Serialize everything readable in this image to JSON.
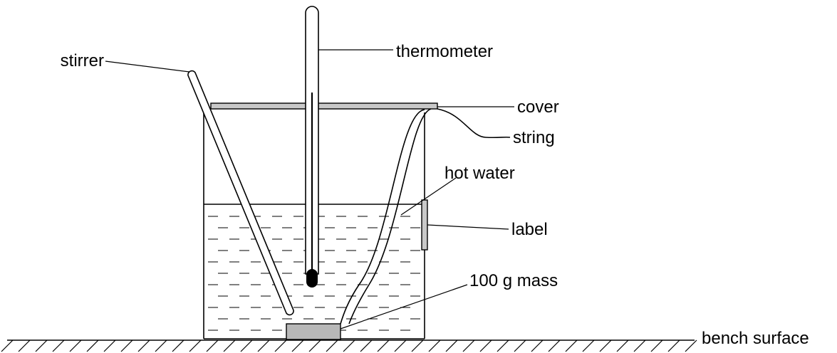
{
  "labels": {
    "stirrer": "stirrer",
    "thermometer": "thermometer",
    "cover": "cover",
    "string": "string",
    "hot_water": "hot water",
    "label": "label",
    "mass": "100 g mass",
    "bench": "bench surface"
  },
  "colors": {
    "cover_fill": "#c8c8c8",
    "mass_fill": "#b8b8b8",
    "label_fill": "#c8c8c8",
    "line": "#000000"
  }
}
